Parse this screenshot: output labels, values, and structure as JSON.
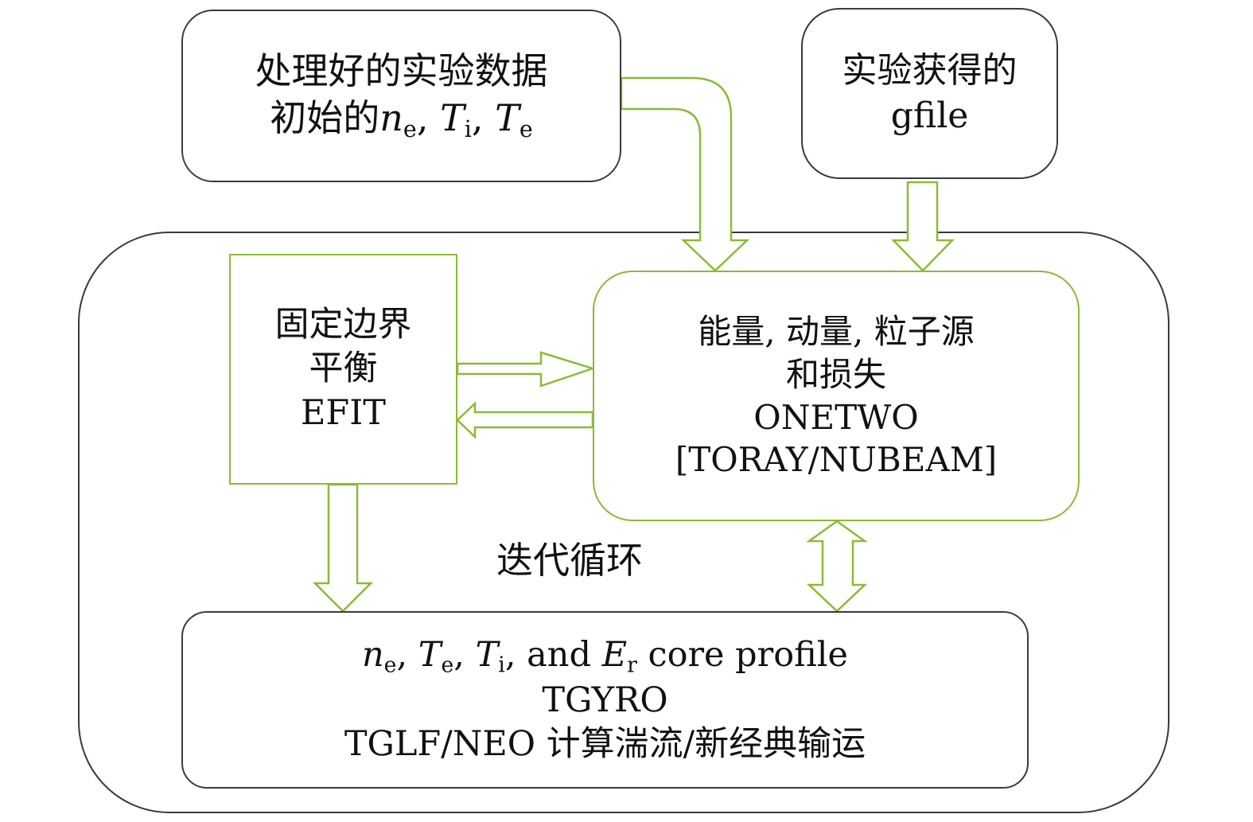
{
  "boxes": {
    "experimental_data": {
      "line1": "处理好的实验数据",
      "line2_prefix": "初始的",
      "n": "n",
      "n_sub": "e",
      "sep1": ", ",
      "ti": "T",
      "ti_sub": "i",
      "sep2": ", ",
      "te": "T",
      "te_sub": "e"
    },
    "gfile": {
      "line1": "实验获得的",
      "line2": "gfile"
    },
    "efit": {
      "line1": "固定边界",
      "line2": "平衡",
      "line3": "EFIT"
    },
    "onetwo": {
      "line1": "能量, 动量, 粒子源",
      "line2": "和损失",
      "line3": "ONETWO",
      "line4": "[TORAY/NUBEAM]"
    },
    "tgyro": {
      "n": "n",
      "n_sub": "e",
      "sep1": ", ",
      "te": "T",
      "te_sub": "e",
      "sep2": ", ",
      "ti": "T",
      "ti_sub": "i",
      "sep3": ", and ",
      "er": "E",
      "er_sub": "r",
      "suffix": " core profile",
      "line2": "TGYRO",
      "line3": "TGLF/NEO 计算湍流/新经典输运"
    }
  },
  "loop_label": "迭代循环",
  "colors": {
    "green": "#8bbb34",
    "gray": "#3a3a3a"
  }
}
